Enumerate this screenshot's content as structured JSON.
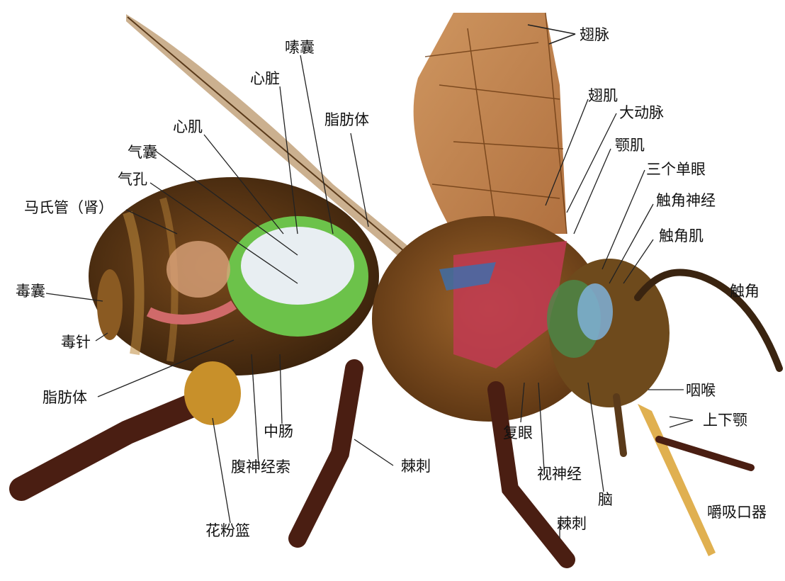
{
  "labels": {
    "wing_veins": "翅脉",
    "honey_sac": "嗉囊",
    "heart": "心脏",
    "fat_body_top": "脂肪体",
    "heart_muscle": "心肌",
    "air_sac": "气囊",
    "spiracle": "气孔",
    "malpighian": "马氏管（肾）",
    "venom_sac": "毒囊",
    "stinger": "毒针",
    "fat_body_bottom": "脂肪体",
    "midgut": "中肠",
    "ventral_nerve": "腹神经索",
    "pollen_basket": "花粉篮",
    "spine_mid": "棘刺",
    "compound_eye": "复眼",
    "optic_nerve": "视神经",
    "brain": "脑",
    "spine_front": "棘刺",
    "proboscis": "嚼吸口器",
    "mandibles": "上下颚",
    "pharynx": "咽喉",
    "antenna": "触角",
    "antenna_muscle": "触角肌",
    "antenna_nerve": "触角神经",
    "ocelli": "三个单眼",
    "jaw_muscle": "颚肌",
    "aorta": "大动脉",
    "wing_muscle": "翅肌"
  }
}
